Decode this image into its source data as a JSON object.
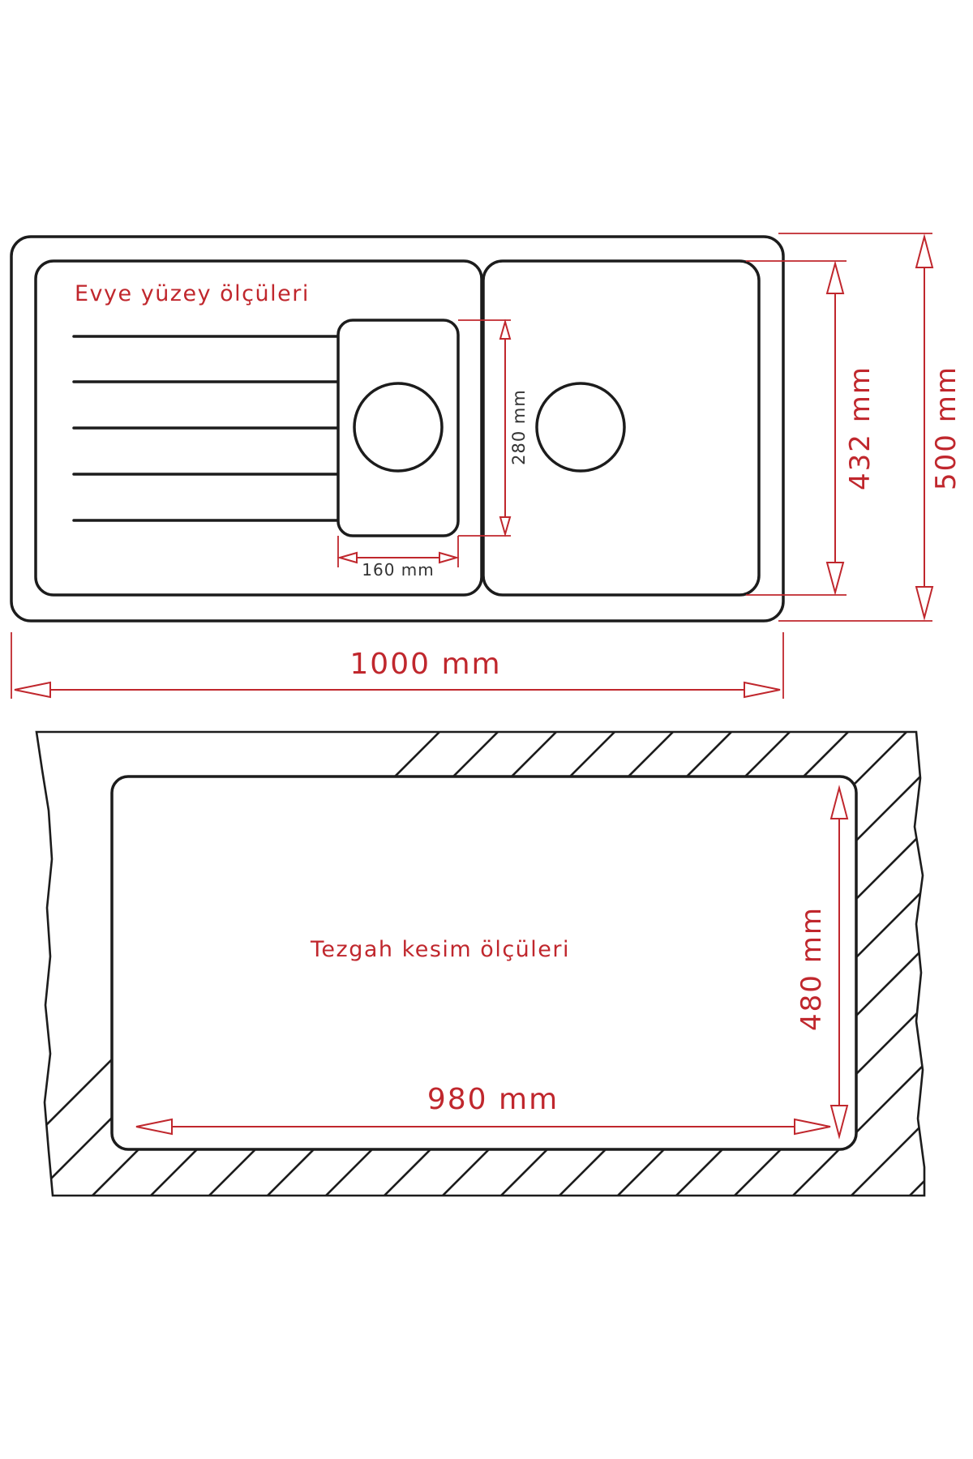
{
  "colors": {
    "dimension": "#c0272d",
    "outline": "#1c1c1c",
    "background": "#ffffff"
  },
  "top_view": {
    "title": "Evye yüzey ölçüleri",
    "dimensions": {
      "total_width": "1000 mm",
      "total_depth": "500 mm",
      "bowl_depth": "432 mm",
      "small_bowl_depth": "280 mm",
      "small_bowl_width": "160 mm"
    }
  },
  "cutout_view": {
    "title": "Tezgah kesim ölçüleri",
    "dimensions": {
      "cut_width": "980 mm",
      "cut_depth": "480 mm"
    }
  }
}
